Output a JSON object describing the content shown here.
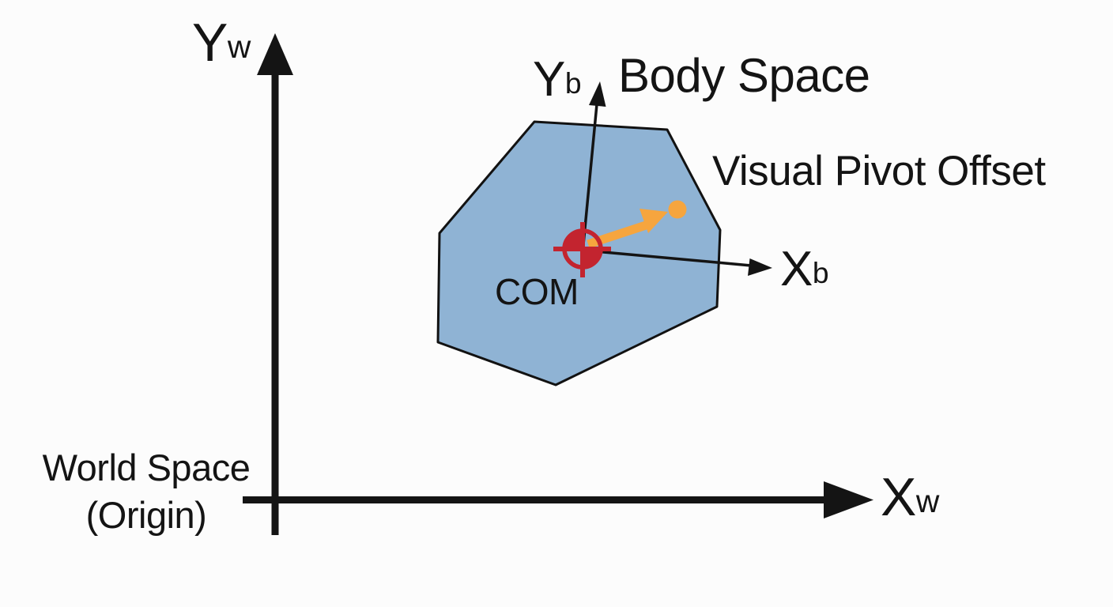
{
  "diagram": {
    "body_space_title": "Body Space",
    "visual_pivot_label": "Visual Pivot Offset",
    "com_label": "COM",
    "world_origin_label": {
      "line1": "World Space",
      "line2": "(Origin)"
    },
    "axes": {
      "world_y": {
        "main": "Y",
        "sub": "w"
      },
      "world_x": {
        "main": "X",
        "sub": "w"
      },
      "body_y": {
        "main": "Y",
        "sub": "b"
      },
      "body_x": {
        "main": "X",
        "sub": "b"
      }
    }
  },
  "colors": {
    "background": "#FCFCFC",
    "ink": "#141414",
    "body_fill": "#8FB3D4",
    "body_stroke": "#121212",
    "com_red": "#C3242F",
    "pivot_orange": "#F6A53E"
  }
}
